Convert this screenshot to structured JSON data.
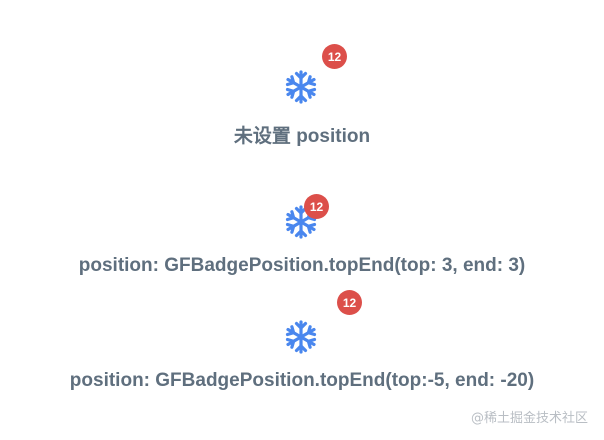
{
  "colors": {
    "icon": "#4a87ee",
    "badge": "#dc4f4a",
    "text": "#5f6f7e"
  },
  "demos": [
    {
      "icon": "snowflake-icon",
      "badge_count": "12",
      "caption": "未设置 position"
    },
    {
      "icon": "snowflake-icon",
      "badge_count": "12",
      "caption": "position: GFBadgePosition.topEnd(top: 3, end: 3)"
    },
    {
      "icon": "snowflake-icon",
      "badge_count": "12",
      "caption": "position: GFBadgePosition.topEnd(top:-5, end: -20)"
    }
  ],
  "watermark": "@稀土掘金技术社区"
}
